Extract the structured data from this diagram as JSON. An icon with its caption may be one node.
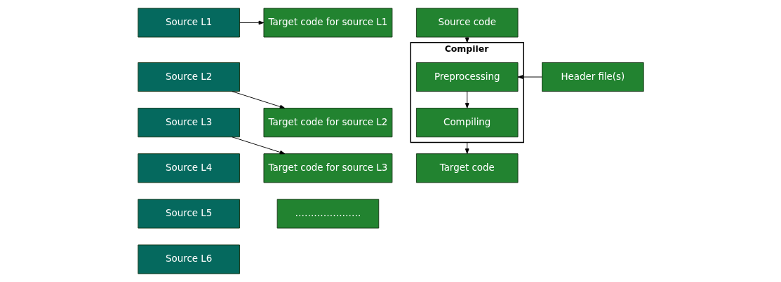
{
  "diagram": {
    "nodes": [
      {
        "text": [
          "Source L1"
        ]
      },
      {
        "text": [
          "Source L2"
        ]
      },
      {
        "text": [
          "Source L3"
        ]
      },
      {
        "text": [
          "Source L4"
        ]
      },
      {
        "text": [
          "Source L5"
        ]
      },
      {
        "text": [
          "Source L6"
        ]
      },
      {
        "text": [
          "Target code for source L1"
        ]
      },
      {
        "text": [
          "Target code for source L2"
        ]
      },
      {
        "text": [
          "Target code for source L3"
        ]
      },
      {
        "text": [
          "…………………"
        ]
      },
      {
        "text": [
          "Source code"
        ]
      },
      {
        "text": [
          "Compiler"
        ]
      },
      {
        "text": [
          "Preprocessing"
        ],
        "in": 11
      },
      {
        "text": [
          "Compiling"
        ],
        "in": 11
      },
      {
        "text": [
          "Header file(s)"
        ]
      },
      {
        "text": [
          "Target code"
        ]
      }
    ],
    "edges": [
      {
        "from": 0,
        "to": 6,
        "arrow": "to"
      },
      {
        "from": 1,
        "to": 7,
        "arrow": "to"
      },
      {
        "from": 2,
        "to": 8,
        "arrow": "to"
      },
      {
        "from": 10,
        "to": 11,
        "arrow": "to"
      },
      {
        "from": 14,
        "to": 12,
        "arrow": "to"
      },
      {
        "from": 12,
        "to": 13,
        "arrow": "to"
      },
      {
        "from": 11,
        "to": 15,
        "arrow": "to"
      }
    ]
  }
}
